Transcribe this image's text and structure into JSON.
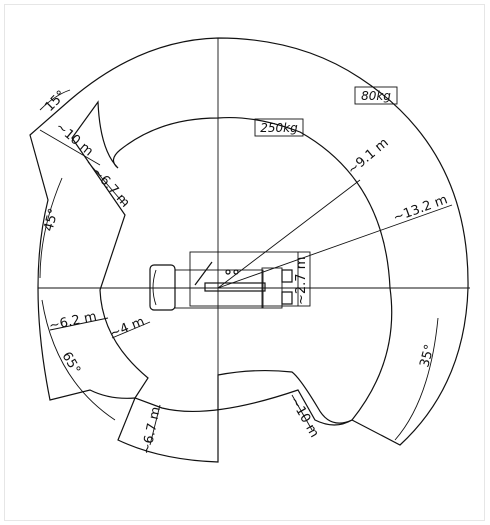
{
  "diagram": {
    "load_labels": {
      "outer": "80kg",
      "inner": "250kg"
    },
    "angles": {
      "a15": "15°",
      "a45": "45°",
      "a65": "65°",
      "a35": "35°"
    },
    "dims": {
      "d10_top": "~10 m",
      "d67_top": "~6.7 m",
      "d91": "~9.1 m",
      "d132": "~13.2 m",
      "d62": "~6.2 m",
      "d4": "~4 m",
      "d67_bot": "~6.7 m",
      "d10_bot": "~10 m",
      "d27": "~2.7 m"
    }
  }
}
